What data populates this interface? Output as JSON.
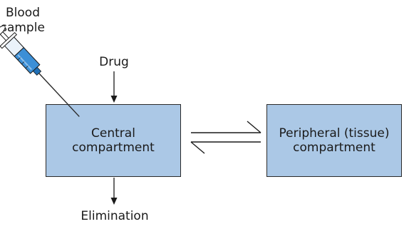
{
  "labels": {
    "blood_sample": "Blood\nsample",
    "drug": "Drug",
    "elimination": "Elimination"
  },
  "compartments": {
    "central": "Central\ncompartment",
    "peripheral": "Peripheral (tissue)\ncompartment"
  },
  "colors": {
    "box_fill": "#abc8e6",
    "box_border": "#2a2a2a",
    "syringe_blue": "#1f6fb5",
    "line": "#1a1a1a"
  },
  "icons": {
    "syringe": "syringe-icon"
  }
}
